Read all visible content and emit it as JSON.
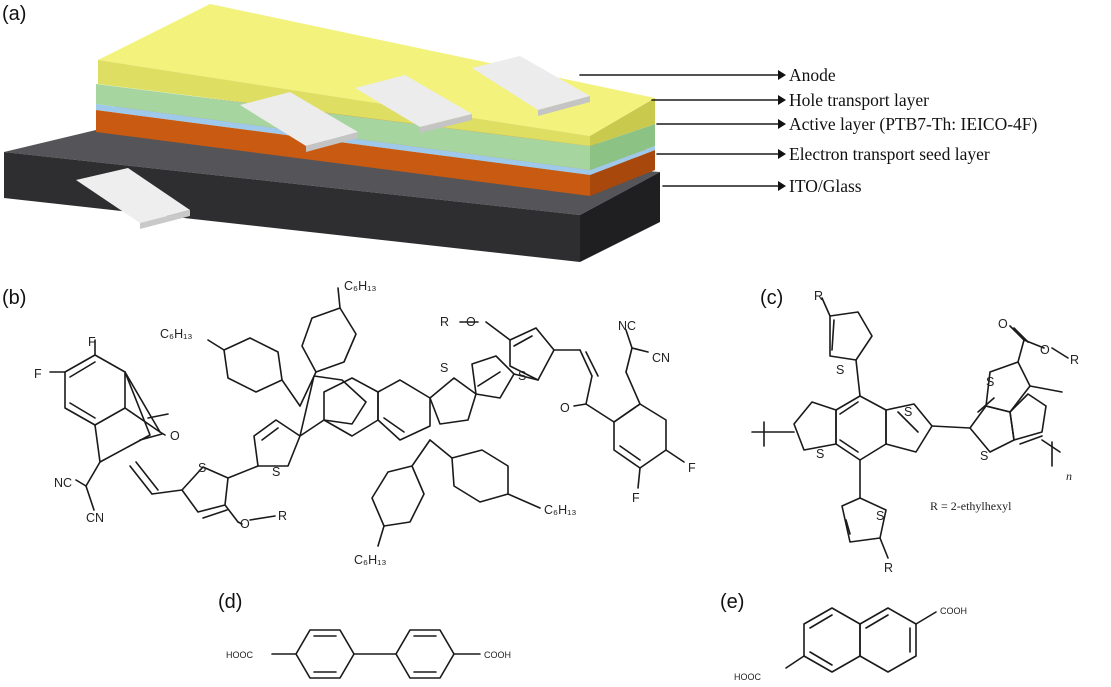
{
  "panels": {
    "a": "(a)",
    "b": "(b)",
    "c": "(c)",
    "d": "(d)",
    "e": "(e)"
  },
  "device_layers": [
    "Anode",
    "Hole transport layer",
    "Active layer (PTB7-Th: IEICO-4F)",
    "Electron transport seed layer",
    "ITO/Glass"
  ],
  "colors": {
    "anode": "#f0f07a",
    "hole_transport": "#9fd49a",
    "active": "#9ec9ea",
    "electron_transport": "#d6681f",
    "ito_glass": "#3d3c3f",
    "electrode": "#e9e9e9"
  },
  "ieico": {
    "F_top_1": "F",
    "F_top_2": "F",
    "O_left": "O",
    "NC_left": "NC",
    "CN_left": "CN",
    "S_left_thiophene": "S",
    "O_R_left": "O",
    "R_left": "R",
    "S_core_left": "S",
    "S_core_right": "S",
    "C6H13_1": "C₆H₁₃",
    "C6H13_2": "C₆H₁₃",
    "C6H13_3": "C₆H₁₃",
    "C6H13_4": "C₆H₁₃",
    "R_right": "R",
    "O_R_right": "O",
    "S_right_thiophene": "S",
    "NC_right": "NC",
    "CN_right": "CN",
    "O_right": "O",
    "F_bottom_1": "F",
    "F_bottom_2": "F"
  },
  "ptb7": {
    "R_top": "R",
    "S_top": "S",
    "S_core_1": "S",
    "S_core_2": "S",
    "S_tt_1": "S",
    "S_tt_2": "S",
    "O_ester_1": "O",
    "O_ester_2": "O",
    "R_ester": "R",
    "n": "n",
    "S_bottom": "S",
    "R_bottom": "R",
    "legend": "R = 2-ethylhexyl"
  },
  "biphenyl": {
    "left_group": "HOOC",
    "right_group": "COOH"
  },
  "naphthalene": {
    "top_group": "COOH",
    "bottom_group": "HOOC"
  }
}
